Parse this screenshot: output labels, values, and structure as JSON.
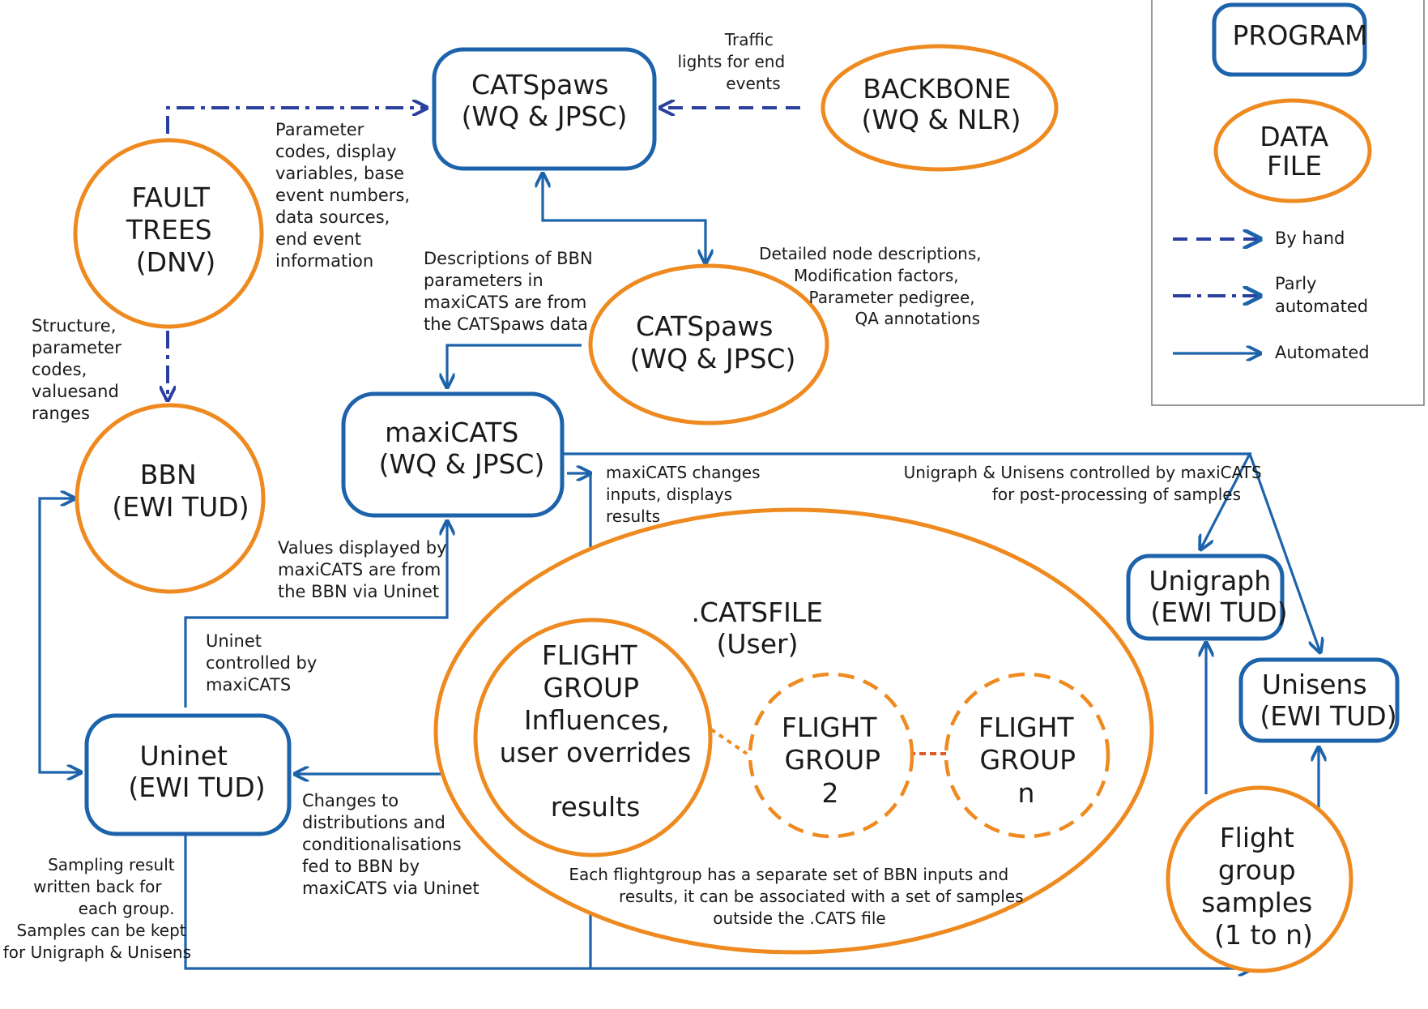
{
  "colors": {
    "program_border": "#1d63ab",
    "data_file_border": "#ee8a1f",
    "arrow_automated": "#1d63ab",
    "arrow_manual": "#2a3f9e",
    "link_red": "#e05a2a"
  },
  "nodes": {
    "catspaws_program": [
      "CATSpaws",
      "(WQ & JPSC)"
    ],
    "backbone": [
      "BACKBONE",
      "(WQ & NLR)"
    ],
    "fault_trees": [
      "FAULT",
      "TREES",
      "(DNV)"
    ],
    "catspaws_data": [
      "CATSpaws",
      "(WQ & JPSC)"
    ],
    "maxicats": [
      "maxiCATS",
      "(WQ & JPSC)"
    ],
    "bbn": [
      "BBN",
      "(EWI TUD)"
    ],
    "catsfile": [
      ".CATSFILE",
      "(User)"
    ],
    "flight_group_1": [
      "FLIGHT",
      "GROUP",
      "Influences,",
      "user overrides"
    ],
    "flight_group_1_results": "results",
    "flight_group_2": [
      "FLIGHT",
      "GROUP",
      "2"
    ],
    "flight_group_n": [
      "FLIGHT",
      "GROUP",
      "n"
    ],
    "uninet": [
      "Uninet",
      "(EWI TUD)"
    ],
    "unigraph": [
      "Unigraph",
      "(EWI TUD)"
    ],
    "unisens": [
      "Unisens",
      "(EWI TUD)"
    ],
    "flight_group_samples": [
      "Flight",
      "group",
      "samples",
      "(1 to n)"
    ]
  },
  "annotations": {
    "traffic_lights": [
      "Traffic",
      "lights for end",
      "events"
    ],
    "parameter_codes": [
      "Parameter",
      "codes, display",
      "variables, base",
      "event numbers,",
      "data sources,",
      "end event",
      "information"
    ],
    "descriptions_bbn": [
      "Descriptions of BBN",
      "parameters in",
      "maxiCATS are from",
      "the CATSpaws data"
    ],
    "detailed_node": [
      "Detailed node descriptions,",
      "Modification factors,",
      "Parameter pedigree,",
      "QA annotations"
    ],
    "structure": [
      "Structure,",
      "parameter",
      "codes,",
      "valuesand",
      "ranges"
    ],
    "maxicats_changes": [
      "maxiCATS changes",
      "inputs, displays",
      "results"
    ],
    "unigraph_unisens_controlled": [
      "Unigraph & Unisens controlled by maxiCATS",
      "for post-processing of samples"
    ],
    "values_displayed": [
      "Values displayed by",
      "maxiCATS are from",
      "the BBN via Uninet"
    ],
    "uninet_controlled": [
      "Uninet",
      "controlled by",
      "maxiCATS"
    ],
    "changes_to_distributions": [
      "Changes to",
      "distributions and",
      "conditionalisations",
      "fed to BBN by",
      "maxiCATS via Uninet"
    ],
    "sampling_result": [
      "Sampling result",
      "written back for",
      "each group.",
      "Samples can be kept",
      "for Unigraph & Unisens"
    ],
    "each_flightgroup": [
      "Each flightgroup has a separate set of BBN inputs and",
      "results, it can be associated with a set of samples",
      "outside the .CATS file"
    ]
  },
  "legend": {
    "program": "PROGRAM",
    "data_file": [
      "DATA",
      "FILE"
    ],
    "by_hand": "By hand",
    "partly_automated": [
      "Parly",
      "automated"
    ],
    "automated": "Automated"
  }
}
